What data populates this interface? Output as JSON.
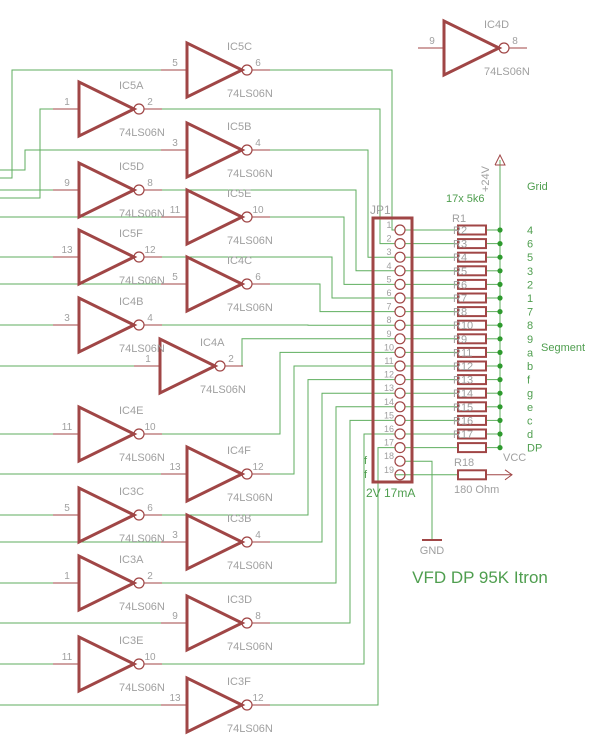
{
  "colors": {
    "symbol": "#a04646",
    "wire": "#5fae5f",
    "label_gray": "#a0a0a0",
    "label_green": "#4f9e4f",
    "junction": "#2e9a2e"
  },
  "title": "VFD DP 95K Itron",
  "gates": [
    {
      "name": "IC5C",
      "part": "74LS06N",
      "in": "5",
      "out": "6"
    },
    {
      "name": "IC5A",
      "part": "74LS06N",
      "in": "1",
      "out": "2"
    },
    {
      "name": "IC5B",
      "part": "74LS06N",
      "in": "3",
      "out": "4"
    },
    {
      "name": "IC5D",
      "part": "74LS06N",
      "in": "9",
      "out": "8"
    },
    {
      "name": "IC5E",
      "part": "74LS06N",
      "in": "11",
      "out": "10"
    },
    {
      "name": "IC5F",
      "part": "74LS06N",
      "in": "13",
      "out": "12"
    },
    {
      "name": "IC4C",
      "part": "74LS06N",
      "in": "5",
      "out": "6"
    },
    {
      "name": "IC4B",
      "part": "74LS06N",
      "in": "3",
      "out": "4"
    },
    {
      "name": "IC4A",
      "part": "74LS06N",
      "in": "1",
      "out": "2"
    },
    {
      "name": "IC4E",
      "part": "74LS06N",
      "in": "11",
      "out": "10"
    },
    {
      "name": "IC4F",
      "part": "74LS06N",
      "in": "13",
      "out": "12"
    },
    {
      "name": "IC3C",
      "part": "74LS06N",
      "in": "5",
      "out": "6"
    },
    {
      "name": "IC3B",
      "part": "74LS06N",
      "in": "3",
      "out": "4"
    },
    {
      "name": "IC3A",
      "part": "74LS06N",
      "in": "1",
      "out": "2"
    },
    {
      "name": "IC3D",
      "part": "74LS06N",
      "in": "9",
      "out": "8"
    },
    {
      "name": "IC3E",
      "part": "74LS06N",
      "in": "11",
      "out": "10"
    },
    {
      "name": "IC3F",
      "part": "74LS06N",
      "in": "13",
      "out": "12"
    }
  ],
  "spare_gate": {
    "name": "IC4D",
    "part": "74LS06N",
    "in": "9",
    "out": "8"
  },
  "connector": {
    "name": "JP1",
    "value": "2V 17mA",
    "pins": [
      "1",
      "2",
      "3",
      "4",
      "5",
      "6",
      "7",
      "8",
      "9",
      "10",
      "11",
      "12",
      "13",
      "14",
      "15",
      "16",
      "17",
      "18",
      "19"
    ],
    "pin_side_labels": {
      "18": "f",
      "19": "f"
    }
  },
  "resistors": {
    "array_name": "R1",
    "array_value": "17x 5k6",
    "labels": [
      "R2",
      "R3",
      "R4",
      "R5",
      "R6",
      "R7",
      "R8",
      "R10",
      "R9",
      "R11",
      "R12",
      "R13",
      "R14",
      "R15",
      "R16",
      "R17",
      ""
    ],
    "r18_name": "R18",
    "r18_value": "180 Ohm"
  },
  "supply": {
    "plus": "+24V",
    "vcc": "VCC",
    "gnd": "GND"
  },
  "signal_labels": [
    "4",
    "6",
    "5",
    "3",
    "2",
    "1",
    "7",
    "8",
    "9",
    "a",
    "b",
    "f",
    "g",
    "e",
    "c",
    "d",
    "DP"
  ],
  "group_labels": {
    "grid": "Grid",
    "segment": "Segment"
  }
}
